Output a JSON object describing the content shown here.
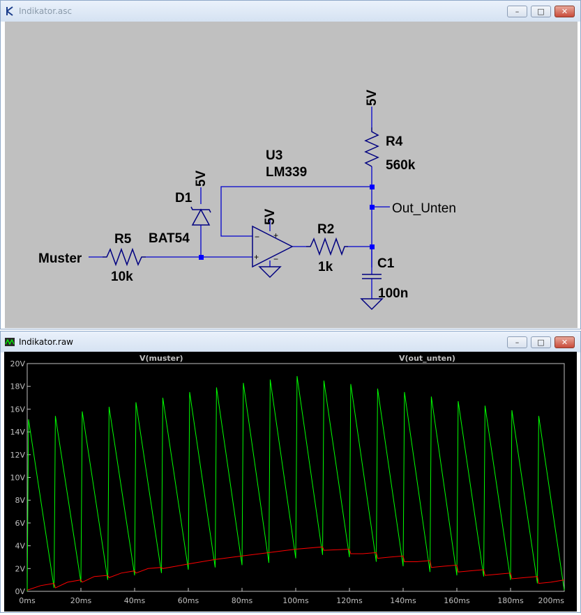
{
  "schematic_window": {
    "title": "Indikator.asc",
    "controls": {
      "minimize": "–",
      "maximize": "□",
      "close": "✕"
    },
    "labels": {
      "supply_r4": "5V",
      "r4_name": "R4",
      "r4_value": "560k",
      "u3_name": "U3",
      "u3_part": "LM339",
      "supply_d1": "5V",
      "d1_name": "D1",
      "d1_part": "BAT54",
      "supply_u3": "5V",
      "out_net": "Out_Unten",
      "r2_name": "R2",
      "r2_value": "1k",
      "c1_name": "C1",
      "c1_value": "100n",
      "in_net": "Muster",
      "r5_name": "R5",
      "r5_value": "10k",
      "pin_minus": "−",
      "pin_plus": "+",
      "supply_plus": "+",
      "supply_minus": "−"
    },
    "colors": {
      "wire": "#0000cc",
      "component": "#000080",
      "junction": "#0000ff",
      "background": "#c0c0c0"
    }
  },
  "plot_window": {
    "title": "Indikator.raw",
    "controls": {
      "minimize": "–",
      "maximize": "□",
      "close": "✕"
    },
    "chart_data": {
      "type": "line",
      "title": "",
      "xlabel": "",
      "ylabel": "",
      "x_unit": "ms",
      "xlim": [
        0,
        200
      ],
      "ylim": [
        0,
        20
      ],
      "x_ticks": [
        "0ms",
        "20ms",
        "40ms",
        "60ms",
        "80ms",
        "100ms",
        "120ms",
        "140ms",
        "160ms",
        "180ms",
        "200ms"
      ],
      "y_ticks": [
        "0V",
        "2V",
        "4V",
        "6V",
        "8V",
        "10V",
        "12V",
        "14V",
        "16V",
        "18V",
        "20V"
      ],
      "grid": false,
      "background": "#000000",
      "series": [
        {
          "name": "V(muster)",
          "color": "#00ff00",
          "points": [
            [
              0,
              0
            ],
            [
              0.5,
              15.1
            ],
            [
              10,
              0.3
            ],
            [
              10.5,
              15.4
            ],
            [
              20,
              0.8
            ],
            [
              20.5,
              15.8
            ],
            [
              30,
              1.0
            ],
            [
              30.5,
              16.2
            ],
            [
              40,
              1.4
            ],
            [
              40.5,
              16.6
            ],
            [
              50,
              1.6
            ],
            [
              50.5,
              17.0
            ],
            [
              60,
              1.9
            ],
            [
              60.5,
              17.5
            ],
            [
              70,
              2.1
            ],
            [
              70.5,
              17.9
            ],
            [
              80,
              2.3
            ],
            [
              80.5,
              18.3
            ],
            [
              90,
              2.5
            ],
            [
              90.5,
              18.6
            ],
            [
              100,
              2.9
            ],
            [
              100.5,
              18.9
            ],
            [
              110,
              3.2
            ],
            [
              110.5,
              18.5
            ],
            [
              120,
              3.0
            ],
            [
              120.5,
              18.2
            ],
            [
              130,
              2.6
            ],
            [
              130.5,
              17.8
            ],
            [
              140,
              2.2
            ],
            [
              140.5,
              17.5
            ],
            [
              150,
              1.7
            ],
            [
              150.5,
              17.1
            ],
            [
              160,
              1.4
            ],
            [
              160.5,
              16.7
            ],
            [
              170,
              1.3
            ],
            [
              170.5,
              16.3
            ],
            [
              180,
              1.0
            ],
            [
              180.5,
              15.9
            ],
            [
              190,
              0.7
            ],
            [
              190.5,
              15.4
            ],
            [
              200,
              0.1
            ]
          ]
        },
        {
          "name": "V(out_unten)",
          "color": "#ff0000",
          "points": [
            [
              0,
              0.1
            ],
            [
              5,
              0.5
            ],
            [
              10,
              0.7
            ],
            [
              10.5,
              0.3
            ],
            [
              15,
              0.8
            ],
            [
              20,
              1.0
            ],
            [
              20.5,
              0.8
            ],
            [
              25,
              1.3
            ],
            [
              30,
              1.4
            ],
            [
              30.5,
              1.2
            ],
            [
              35,
              1.6
            ],
            [
              40,
              1.8
            ],
            [
              40.5,
              1.6
            ],
            [
              45,
              2.0
            ],
            [
              50,
              2.1
            ],
            [
              50.5,
              2.0
            ],
            [
              60,
              2.4
            ],
            [
              70,
              2.8
            ],
            [
              80,
              3.1
            ],
            [
              90,
              3.4
            ],
            [
              100,
              3.7
            ],
            [
              110,
              3.9
            ],
            [
              110.5,
              3.6
            ],
            [
              120,
              3.7
            ],
            [
              120.5,
              3.3
            ],
            [
              125,
              3.3
            ],
            [
              130,
              3.4
            ],
            [
              130.5,
              2.9
            ],
            [
              135,
              3.0
            ],
            [
              140,
              3.1
            ],
            [
              140.5,
              2.6
            ],
            [
              145,
              2.6
            ],
            [
              150,
              2.7
            ],
            [
              150.5,
              2.1
            ],
            [
              155,
              2.2
            ],
            [
              160,
              2.3
            ],
            [
              160.5,
              1.7
            ],
            [
              165,
              1.8
            ],
            [
              170,
              1.9
            ],
            [
              170.5,
              1.4
            ],
            [
              175,
              1.5
            ],
            [
              180,
              1.6
            ],
            [
              180.5,
              1.1
            ],
            [
              185,
              1.2
            ],
            [
              190,
              1.3
            ],
            [
              190.5,
              0.7
            ],
            [
              195,
              0.8
            ],
            [
              200,
              1.0
            ]
          ]
        }
      ]
    }
  }
}
